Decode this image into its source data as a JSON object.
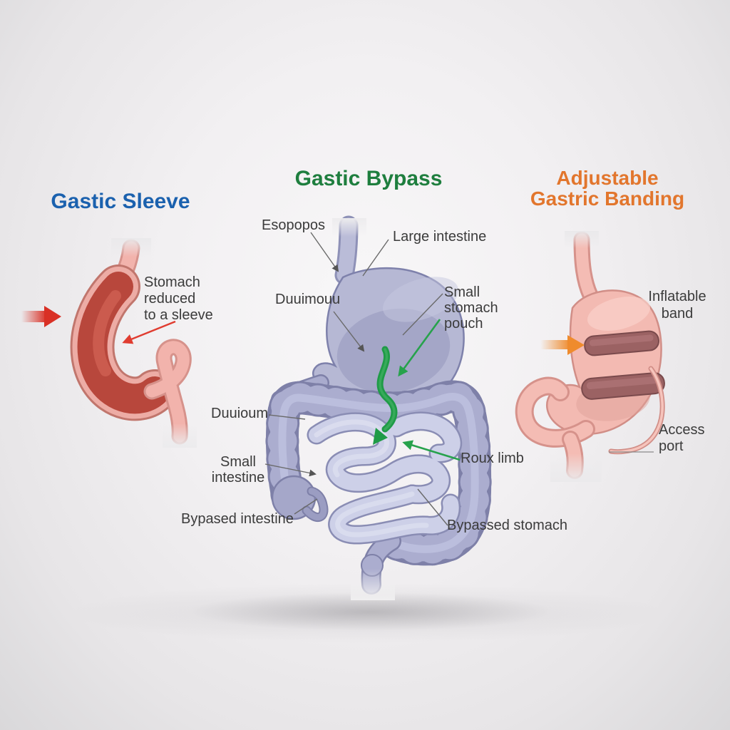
{
  "panels": {
    "sleeve": {
      "title": "Gastic Sleeve",
      "note_lines": [
        "Stomach",
        "reduced",
        "to a sleeve"
      ]
    },
    "bypass": {
      "title": "Gastic Bypass",
      "labels": {
        "esophagus": "Esopopos",
        "large_intestine": "Large intestine",
        "duodenum_upper": "Duuimouu",
        "pouch_lines": [
          "Small",
          "stomach",
          "pouch"
        ],
        "duodenum_left": "Duuioum",
        "small_intestine_lines": [
          "Small",
          "intestine"
        ],
        "bypassed_intestine": "Bypased intestine",
        "roux_limb": "Roux limb",
        "bypassed_stomach": "Bypassed stomach"
      }
    },
    "banding": {
      "title_lines": [
        "Adjustable",
        "Gastric Banding"
      ],
      "labels": {
        "inflatable_band_lines": [
          "Inflatable",
          "band"
        ],
        "access_port_lines": [
          "Access",
          "port"
        ]
      }
    }
  },
  "colors": {
    "sleeve_title": "#1b61ae",
    "bypass_title": "#1e7e3e",
    "banding_title": "#e2762d",
    "label_text": "#3b3b3b",
    "sleeve_stomach_red": "#b8473c",
    "pink_organ": "#f3bab2",
    "lavender_organ": "#b6b8d4",
    "band_brown": "#9b6263",
    "flow_arrow_green": "#1f9b47",
    "pointer_red": "#d93025",
    "pointer_orange": "#ef8b2d"
  }
}
